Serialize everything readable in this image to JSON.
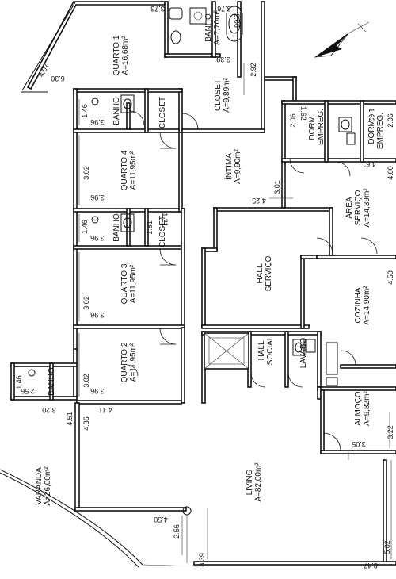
{
  "rooms": {
    "quarto1": {
      "name": "QUARTO 1",
      "area": "A=16,68m²"
    },
    "banho1": {
      "name": "BANHO",
      "area": "A=7,70m²"
    },
    "closet1": {
      "name": "CLOSET",
      "area": "A=9,89m²"
    },
    "intima": {
      "name": "ÍNTIMA",
      "area": "A=9,90m²"
    },
    "dorm_empreg1": {
      "name": "DORM.",
      "name2": "EMPREG."
    },
    "dorm_empreg2": {
      "name": "DORM.",
      "name2": "EMPREG."
    },
    "banho2": {
      "name": "BANHO"
    },
    "closet2": {
      "name": "CLOSET"
    },
    "quarto4": {
      "name": "QUARTO 4",
      "area": "A=11,95m²"
    },
    "banho3": {
      "name": "BANHO"
    },
    "closet3": {
      "name": "CLOSET"
    },
    "quarto3": {
      "name": "QUARTO 3",
      "area": "A=11,95m²"
    },
    "quarto2": {
      "name": "QUARTO 2",
      "area": "A=11,95m²"
    },
    "banho4": {
      "name": "BANHO"
    },
    "area_servico": {
      "name": "ÁREA",
      "name2": "SERVIÇO",
      "area": "A=14,39m²"
    },
    "hall_servico": {
      "name": "HALL",
      "name2": "SERVIÇO"
    },
    "cozinha": {
      "name": "COZINHA",
      "area": "A=14,90m²"
    },
    "hall_social": {
      "name": "HALL",
      "name2": "SOCIAL"
    },
    "lavabo": {
      "name": "LAVABO"
    },
    "almoco": {
      "name": "ALMOÇO",
      "area": "A=9,82m²"
    },
    "living": {
      "name": "LIVING",
      "area": "A=82,00m²"
    },
    "varanda": {
      "name": "VARANDA",
      "area": "A=26,00m²"
    }
  },
  "dimensions": {
    "d_3_73": "3.73",
    "d_3_76": "3.76",
    "d_2_06_a": "2.06",
    "d_3_39": "3.39",
    "d_2_92": "2.92",
    "d_4_07": "4.07",
    "d_6_30": "6.30",
    "d_1_46_a": "1.46",
    "d_3_96_a": "3.96",
    "d_3_02_a": "3.02",
    "d_3_96_b": "3.96",
    "d_1_46_b": "1.46",
    "d_3_96_c": "3.96",
    "d_1_61": "1.61",
    "d_1_21": "1.21",
    "d_3_02_b": "3.02",
    "d_3_96_d": "3.96",
    "d_3_02_c": "3.02",
    "d_3_96_e": "3.96",
    "d_1_46_c": "1.46",
    "d_2_56_a": "2.56",
    "d_3_20": "3.20",
    "d_4_51": "4.51",
    "d_4_11": "4.11",
    "d_4_36": "4.36",
    "d_3_01": "3.01",
    "d_4_25": "4.25",
    "d_2_06_b": "2.06",
    "d_1_62_a": "1.62",
    "d_1_62_b": "1.62",
    "d_2_06_c": "2.06",
    "d_4_61": "4.61",
    "d_4_00": "4.00",
    "d_4_50_a": "4.50",
    "d_3_22": "3.22",
    "d_3_05": "3.05",
    "d_4_50_b": "4.50",
    "d_2_56_b": "2.56",
    "d_8_39": "8.39",
    "d_5_02": "5.02",
    "d_8_47": "8.47"
  }
}
